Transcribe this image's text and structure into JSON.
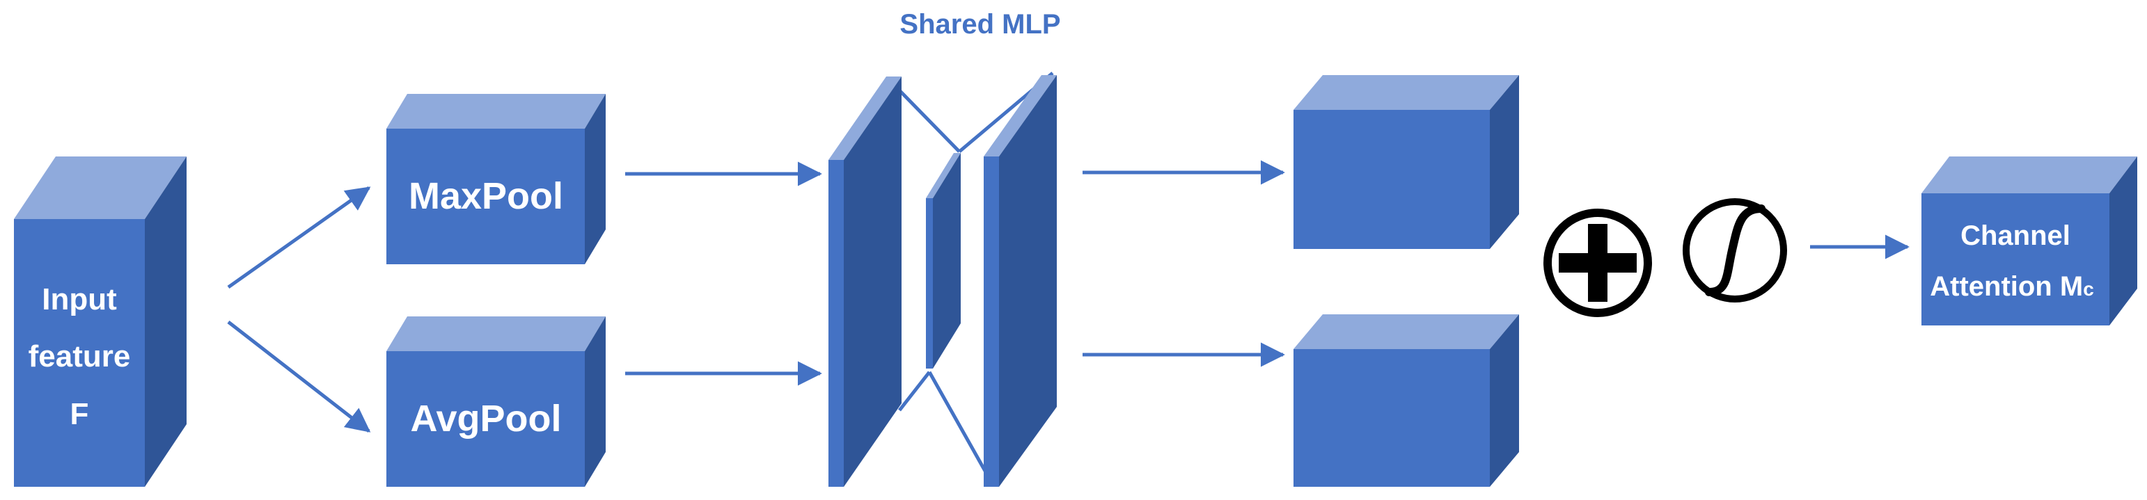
{
  "colors": {
    "front": "#4472c4",
    "top": "#8faadc",
    "side": "#2f5597",
    "arrow": "#4472c4",
    "title": "#4472c4",
    "symbol": "#000000"
  },
  "nodes": {
    "input": {
      "lines": [
        "Input",
        "feature",
        "F"
      ]
    },
    "maxpool": {
      "label": "MaxPool"
    },
    "avgpool": {
      "label": "AvgPool"
    },
    "mlp": {
      "title": "Shared MLP"
    },
    "output_top": {
      "label": ""
    },
    "output_bottom": {
      "label": ""
    },
    "plus": {
      "icon": "plus-circle-icon"
    },
    "sigmoid": {
      "icon": "sigmoid-icon"
    },
    "channel_attention": {
      "lines": [
        "Channel",
        "Attention M"
      ],
      "subscript": "c"
    }
  }
}
